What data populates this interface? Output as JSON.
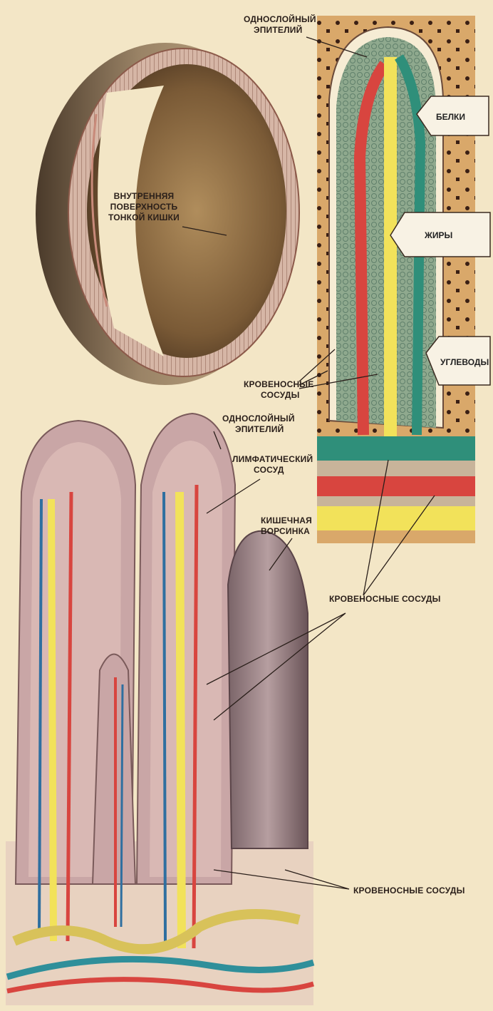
{
  "labels": {
    "epithelium_top": [
      "ОДНОСЛОЙНЫЙ",
      "ЭПИТЕЛИЙ"
    ],
    "inner_surface": [
      "ВНУТРЕННЯЯ",
      "ПОВЕРХНОСТЬ",
      "ТОНКОЙ КИШКИ"
    ],
    "blood_vessels_mid": [
      "КРОВЕНОСНЫЕ",
      "СОСУДЫ"
    ],
    "epithelium_mid": [
      "ОДНОСЛОЙНЫЙ",
      "ЭПИТЕЛИЙ"
    ],
    "lymph_vessel": [
      "ЛИМФАТИЧЕСКИЙ",
      "СОСУД"
    ],
    "villus": [
      "КИШЕЧНАЯ",
      "ВОРСИНКА"
    ],
    "blood_vessels_right": "КРОВЕНОСНЫЕ СОСУДЫ",
    "blood_vessels_bottom": "КРОВЕНОСНЫЕ СОСУДЫ"
  },
  "nutrients": {
    "proteins": "БЕЛКИ",
    "fats": "ЖИРЫ",
    "carbs": "УГЛЕВОДЫ"
  },
  "colors": {
    "background": "#f3e6c6",
    "blood": "#d8453f",
    "lymph": "#f2e25a",
    "vein": "#2f8f7a",
    "tissue": "#d9a86a"
  }
}
